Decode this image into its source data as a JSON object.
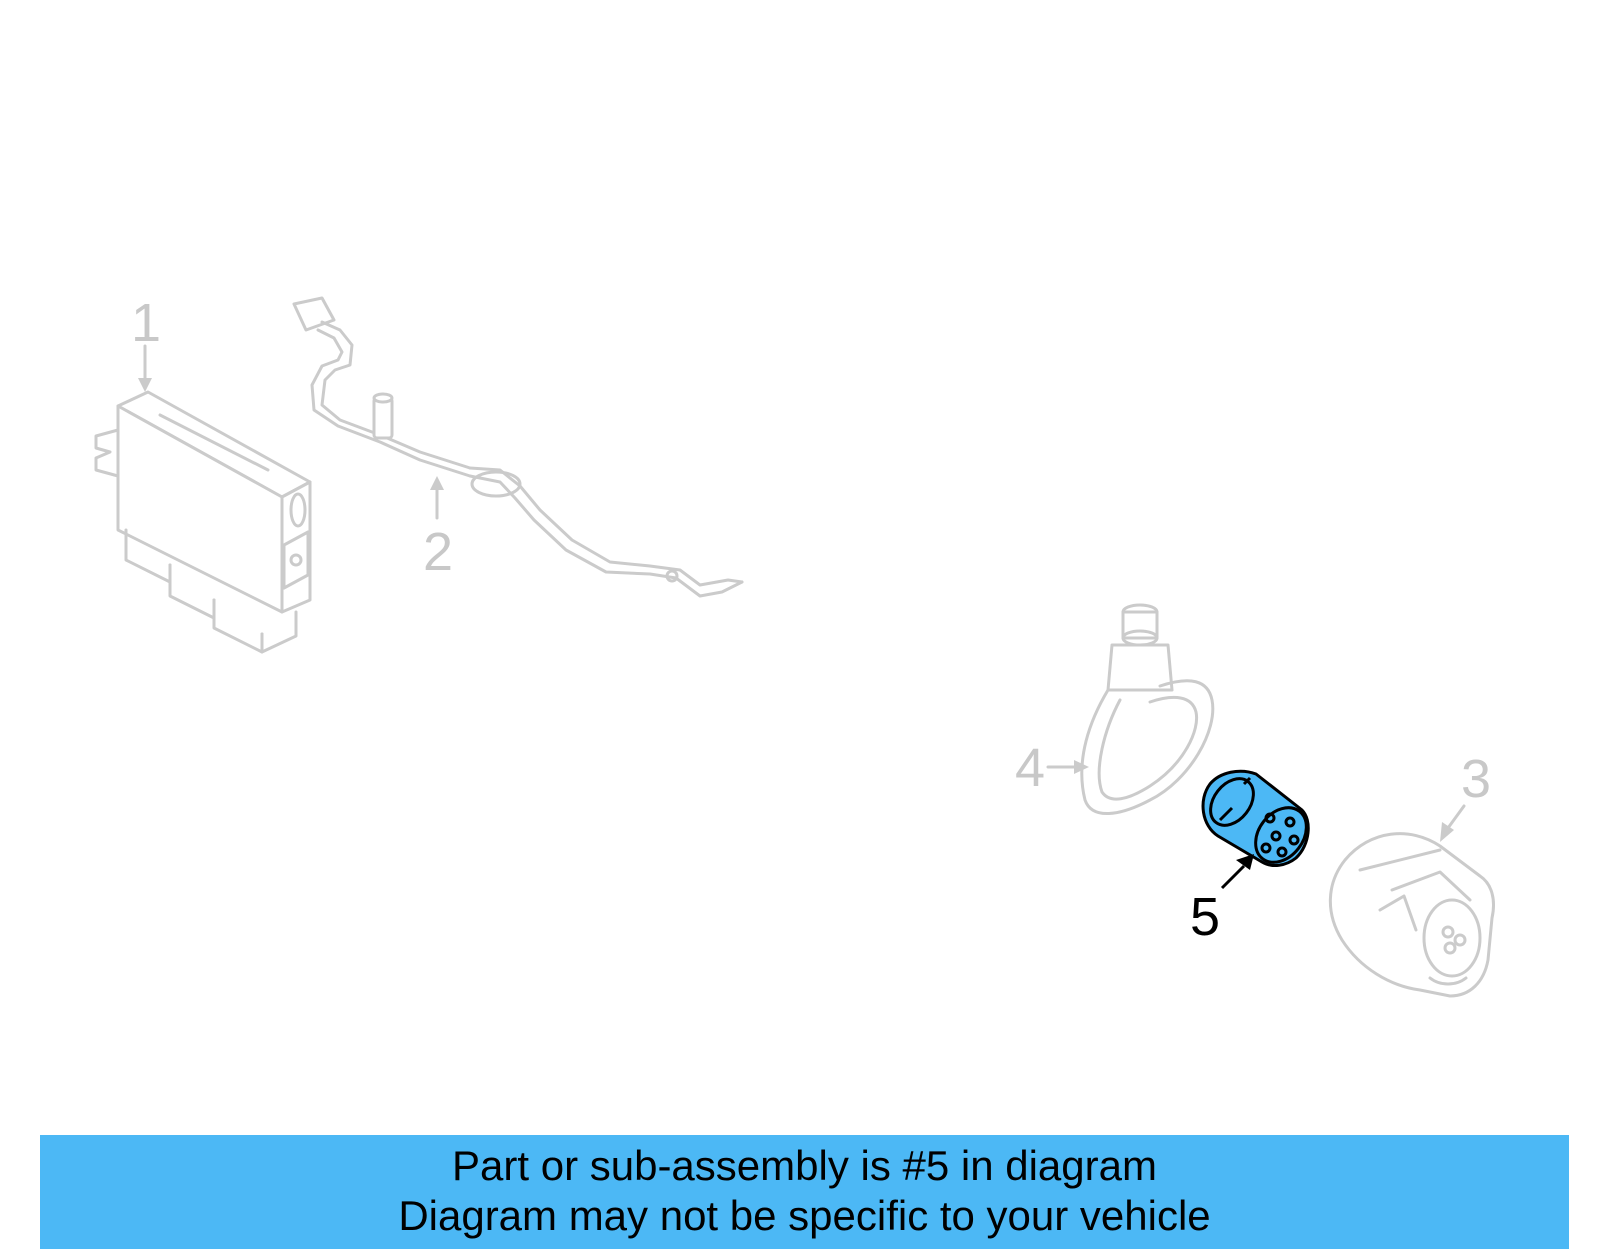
{
  "diagram": {
    "callouts": {
      "c1": "1",
      "c2": "2",
      "c3": "3",
      "c4": "4",
      "c5": "5"
    },
    "highlighted_part": "5",
    "colors": {
      "highlight": "#4cb8f5",
      "dim_line": "#cbcbcb",
      "banner": "#4cb8f5"
    }
  },
  "banner": {
    "line1": "Part or sub-assembly is #5 in diagram",
    "line2": "Diagram may not be specific to your vehicle"
  }
}
